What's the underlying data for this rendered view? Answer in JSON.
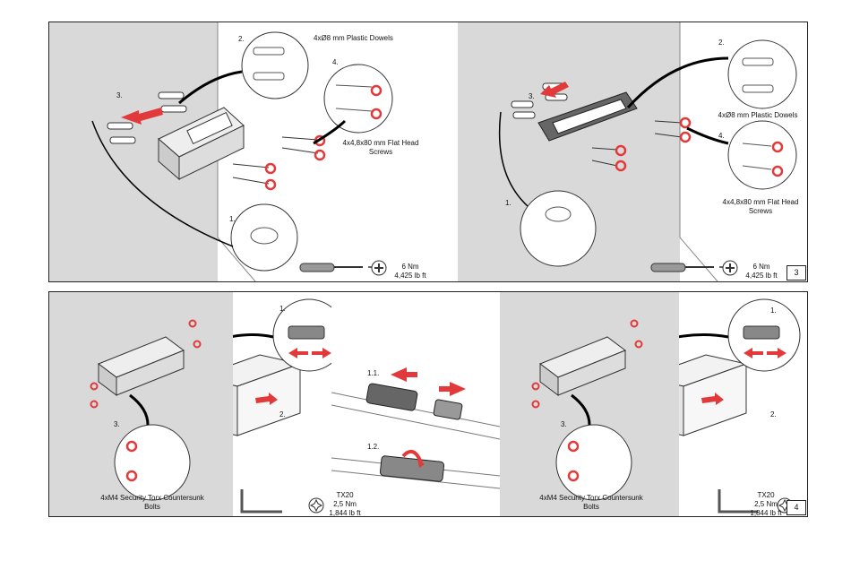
{
  "page3": {
    "page_number": "3",
    "left": {
      "step_dowels": "2.",
      "dowels_label": "4xØ8 mm Plastic Dowels",
      "step_screws": "4.",
      "screws_label_line1": "4x4,8x80 mm Flat Head",
      "screws_label_line2": "Screws",
      "step_push": "3.",
      "step_drill": "1.",
      "torque_line1": "6 Nm",
      "torque_line2": "4,425 lb ft"
    },
    "right": {
      "step_dowels": "2.",
      "dowels_label": "4xØ8 mm Plastic Dowels",
      "step_screws": "4.",
      "screws_label_line1": "4x4,8x80 mm Flat Head",
      "screws_label_line2": "Screws",
      "step_push": "3.",
      "step_drill": "1.",
      "torque_line1": "6 Nm",
      "torque_line2": "4,425 lb ft"
    }
  },
  "page4": {
    "page_number": "4",
    "left": {
      "step_connect": "1.",
      "step_slide": "2.",
      "step_bolts": "3.",
      "bolts_label_line1": "4xM4 Security Torx Countersunk",
      "bolts_label_line2": "Bolts",
      "torx_size": "TX20",
      "torque_line1": "2,5 Nm",
      "torque_line2": "1,844 lb ft"
    },
    "middle": {
      "step_push": "1.1.",
      "step_twist": "1.2."
    },
    "right": {
      "step_connect": "1.",
      "step_slide": "2.",
      "step_bolts": "3.",
      "bolts_label_line1": "4xM4 Security Torx Countersunk",
      "bolts_label_line2": "Bolts",
      "torx_size": "TX20",
      "torque_line1": "2,5 Nm",
      "torque_line2": "1,844 lb ft"
    }
  },
  "colors": {
    "accent_red": "#e23a3a",
    "wall_gray": "#d9d9d9",
    "line": "#222222"
  }
}
